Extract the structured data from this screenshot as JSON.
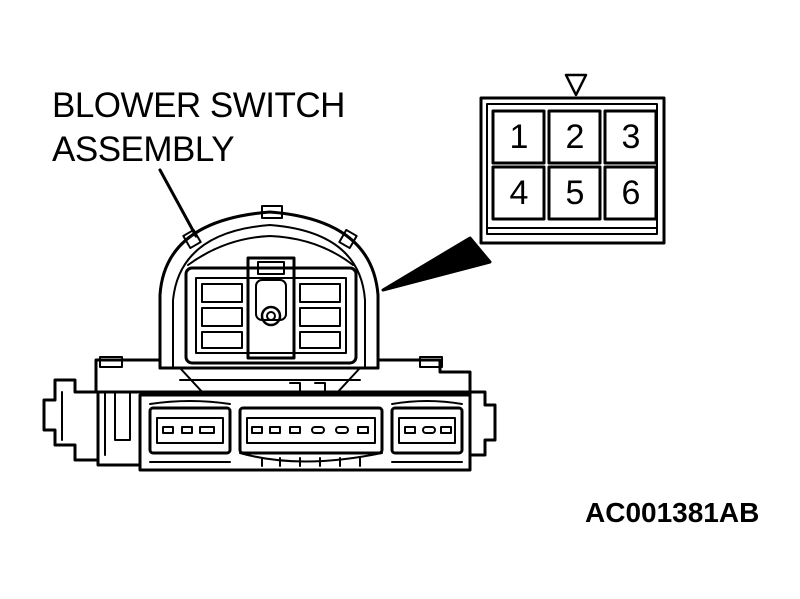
{
  "label": {
    "line1": "BLOWER SWITCH",
    "line2": "ASSEMBLY"
  },
  "figure_id": "AC001381AB",
  "connector": {
    "pins": [
      "1",
      "2",
      "3",
      "4",
      "5",
      "6"
    ]
  }
}
